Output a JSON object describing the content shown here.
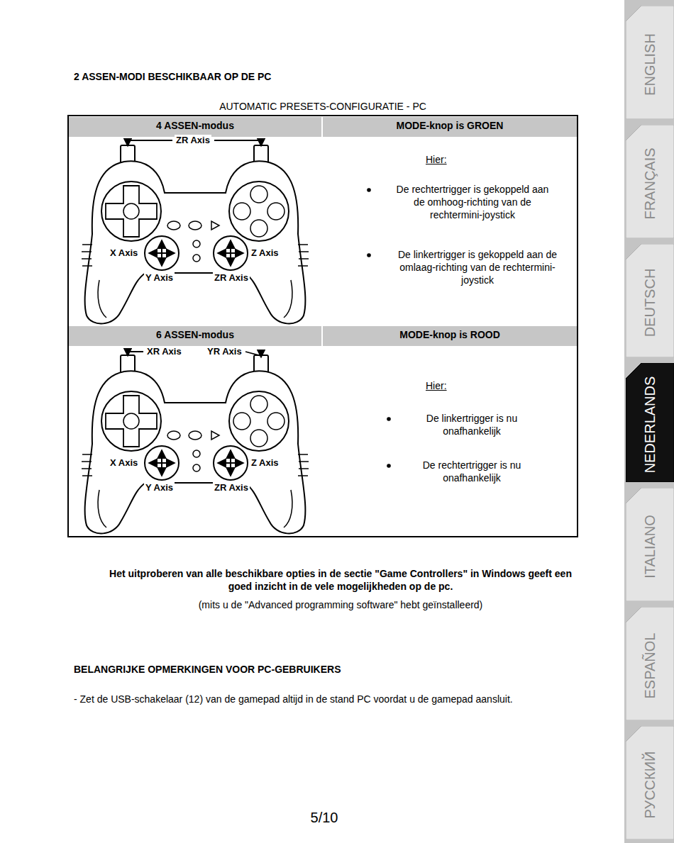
{
  "diagram": {
    "title": "2 ASSEN-MODI BESCHIKBAAR OP DE PC",
    "nodes": [
      {
        "text": [
          "AUTOMATIC PRESETS-CONFIGURATIE - PC"
        ]
      },
      {
        "text": [
          "4 ASSEN-modus"
        ],
        "in": 0
      },
      {
        "text": [
          "MODE-knop is GROEN"
        ],
        "in": 0
      },
      {
        "text": [
          "6 ASSEN-modus"
        ],
        "in": 0
      },
      {
        "text": [
          "MODE-knop is ROOD"
        ],
        "in": 0
      },
      {
        "text": [
          "ENGLISH"
        ]
      },
      {
        "text": [
          "FRANÇAIS"
        ]
      },
      {
        "text": [
          "DEUTSCH"
        ]
      },
      {
        "text": [
          "NEDERLANDS"
        ]
      },
      {
        "text": [
          "ITALIANO"
        ]
      },
      {
        "text": [
          "ESPAÑOL"
        ]
      },
      {
        "text": [
          "РУССКИЙ"
        ]
      }
    ],
    "labels": [
      "ZR Axis",
      "X Axis",
      "Z Axis",
      "Y Axis",
      "ZR Axis",
      "Hier:",
      "De rechtertrigger is gekoppeld aan de omhoog-richting van de rechtermini-joystick",
      "De linkertrigger is gekoppeld aan de omlaag-richting van de rechtermini-joystick",
      "XR Axis",
      "YR Axis",
      "X Axis",
      "Z Axis",
      "Y Axis",
      "ZR Axis",
      "Hier:",
      "De linkertrigger is nu onafhankelijk",
      "De rechtertrigger is nu onafhankelijk",
      "Het uitproberen van alle beschikbare opties in de sectie \"Game Controllers\" in Windows geeft een goed inzicht in de vele mogelijkheden op de pc.",
      "(mits u de \"Advanced programming software\" hebt geïnstalleerd)",
      "BELANGRIJKE OPMERKINGEN VOOR PC-GEBRUIKERS",
      "- Zet de USB-schakelaar (12) van de gamepad altijd in de stand PC voordat u de gamepad aansluit.",
      "5/10"
    ]
  }
}
